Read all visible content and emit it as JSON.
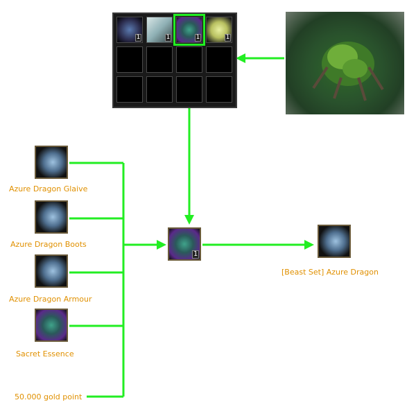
{
  "inventory": {
    "slots": [
      {
        "icon": "fish-ornament-icon",
        "qty": "1"
      },
      {
        "icon": "scroll-icon",
        "qty": "1"
      },
      {
        "icon": "sacret-essence-icon",
        "qty": "1",
        "highlighted": true
      },
      {
        "icon": "f-rune-icon",
        "qty": "1"
      }
    ]
  },
  "ingredients": [
    {
      "label": "Azure Dragon Glaive",
      "icon": "azure-dragon-icon"
    },
    {
      "label": "Azure Dragon Boots",
      "icon": "azure-dragon-icon"
    },
    {
      "label": "Azure Dragon Armour",
      "icon": "azure-dragon-icon"
    },
    {
      "label": "Sacret Essence",
      "icon": "sacret-essence-icon"
    }
  ],
  "gold": {
    "label": "50.000 gold point"
  },
  "craft": {
    "icon": "sacret-essence-icon",
    "qty": "1"
  },
  "result": {
    "label": "[Beast Set] Azure Dragon",
    "icon": "azure-dragon-icon"
  },
  "colors": {
    "line": "#22ee22",
    "label": "#e09000"
  }
}
